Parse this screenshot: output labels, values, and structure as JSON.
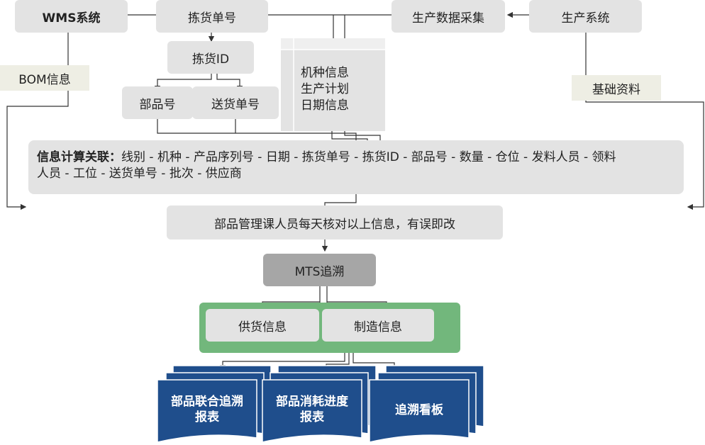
{
  "nodes": {
    "wms": "WMS系统",
    "picking_no": "拣货单号",
    "data_collection": "生产数据采集",
    "production_system": "生产系统",
    "picking_id": "拣货ID",
    "part_no": "部品号",
    "delivery_no": "送货单号",
    "bom_tag": "BOM信息",
    "basic_tag": "基础资料",
    "machine_info": [
      "机种信息",
      "生产计划",
      "日期信息"
    ],
    "association_title": "信息计算关联：",
    "association_line1": "线别 - 机种 - 产品序列号 - 日期 - 拣货单号 - 拣货ID - 部品号 - 数量 - 仓位 - 发料人员 - 领料",
    "association_line2": "人员 - 工位 - 送货单号 - 批次 - 供应商",
    "verify": "部品管理课人员每天核对以上信息，有误即改",
    "mts": "MTS追溯",
    "supply_info": "供货信息",
    "manufacture_info": "制造信息",
    "report1_line1": "部品联合追溯",
    "report1_line2": "报表",
    "report2_line1": "部品消耗进度",
    "report2_line2": "报表",
    "report3": "追溯看板"
  },
  "colors": {
    "box": "#e3e3e3",
    "tag": "#eeeee4",
    "green_group": "#72b77c",
    "doc_blue": "#1f4e8c",
    "line": "#333333"
  }
}
